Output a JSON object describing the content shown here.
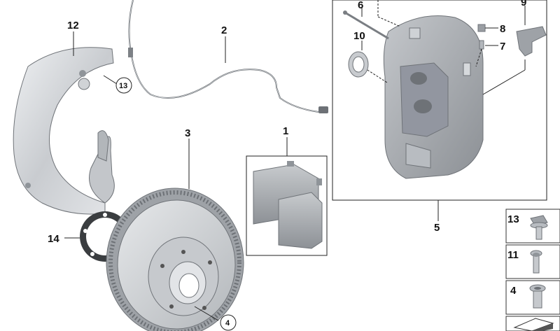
{
  "parts": {
    "p1": "1",
    "p2": "2",
    "p3": "3",
    "p4_circle": "4",
    "p5": "5",
    "p6": "6",
    "p7": "7",
    "p8": "8",
    "p9": "9",
    "p10": "10",
    "p12": "12",
    "p13_circle": "13",
    "p14": "14"
  },
  "hardware": {
    "items": [
      "13",
      "11",
      "4"
    ]
  },
  "colors": {
    "metal_light": "#d9dcdf",
    "metal_mid": "#b9bdc2",
    "metal_dark": "#8f9499",
    "caliper": "#a7abb0",
    "pad_face": "#9ea2a6",
    "line": "#222222"
  }
}
